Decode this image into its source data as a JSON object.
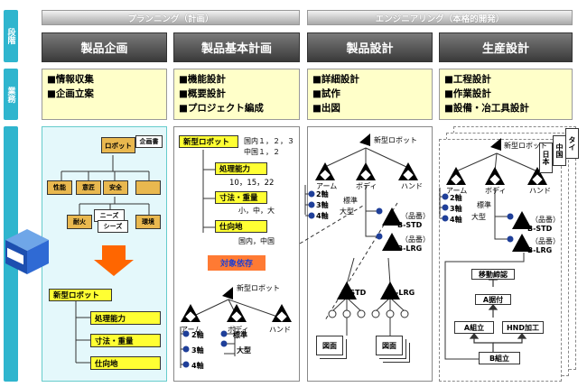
{
  "sidebar": {
    "stage": "段階",
    "business": "業務"
  },
  "groups": {
    "planning": "プランニング（計画）",
    "engineering": "エンジニアリング（本格的開発）"
  },
  "phases": [
    "製品企画",
    "製品基本計画",
    "製品設計",
    "生産設計"
  ],
  "tasks": [
    [
      "■情報収集",
      "■企画立案"
    ],
    [
      "■機能設計",
      "■概要設計",
      "■プロジェクト編成"
    ],
    [
      "■詳細設計",
      "■試作",
      "■出図"
    ],
    [
      "■工程設計",
      "■作業設計",
      "■設備・冶工具設計"
    ]
  ],
  "col1": {
    "robot": "ロボット",
    "plan": "企画書",
    "performance": "性能",
    "design": "意匠",
    "safety": "安全",
    "fire": "耐火",
    "needs": "ニーズ",
    "seeds": "シーズ",
    "environment": "環境",
    "new_robot": "新型ロボット",
    "items": [
      "処理能力",
      "寸法・重量",
      "仕向地"
    ]
  },
  "col2": {
    "new_robot": "新型ロボット",
    "q1": "国内１，２，３",
    "q2": "中国１，２",
    "items": [
      "処理能力",
      "寸法・重量",
      "仕向地"
    ],
    "v1": "10，15，22",
    "v2": "小，中，大",
    "v3": "国内，中国",
    "depend": "対象依存",
    "robot2": "新型ロボット",
    "arm": "アーム",
    "body": "ボディ",
    "hand": "ハンド",
    "axes": [
      "2軸",
      "3軸",
      "4軸"
    ],
    "std": "標準",
    "large": "大型"
  },
  "col3": {
    "robot": "新型ロボット",
    "arm": "アーム",
    "body": "ボディ",
    "hand": "ハンド",
    "axes": [
      "2軸",
      "3軸",
      "4軸"
    ],
    "std": "標準",
    "large": "大型",
    "part": "（品番）",
    "bstd": "B-STD",
    "blrg": "B-LRG",
    "drawing": "図面"
  },
  "col4": {
    "robot": "新型ロボット",
    "arm": "アーム",
    "body": "ボディ",
    "hand": "ハンド",
    "axes": [
      "2軸",
      "3軸",
      "4軸"
    ],
    "std": "標準",
    "large": "大型",
    "part": "（品番）",
    "bstd": "B-STD",
    "blrg": "B-LRG",
    "countries": [
      "日本",
      "中国",
      "タイ"
    ],
    "flow": [
      "移動締認",
      "A据付",
      "A組立",
      "HND加工",
      "B組立"
    ]
  }
}
